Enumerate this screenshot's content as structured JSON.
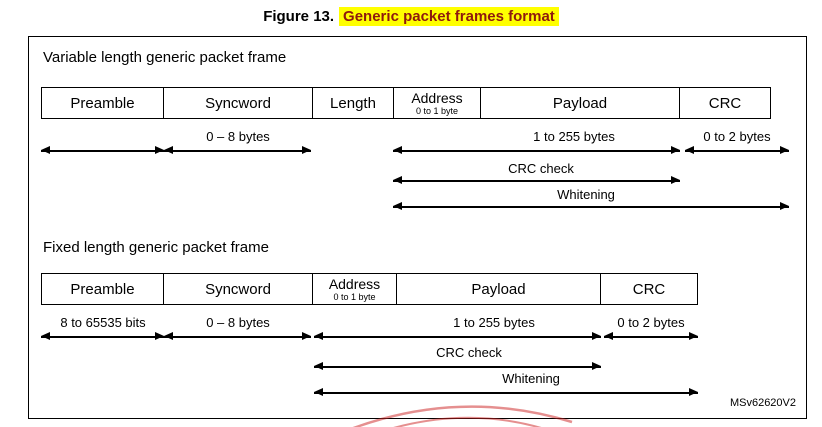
{
  "page": {
    "figure_label": "Figure 13.",
    "figure_title": "Generic packet frames format",
    "watermark_id": "MSv62620V2"
  },
  "colors": {
    "highlight": "#ffff00",
    "title_text": "#8e1a0e",
    "border": "#000000",
    "background": "#ffffff",
    "stamp_red": "#cc2222"
  },
  "variable_frame": {
    "heading": "Variable length generic packet frame",
    "fields": [
      {
        "label": "Preamble"
      },
      {
        "label": "Syncword"
      },
      {
        "label": "Length"
      },
      {
        "label": "Address",
        "sublabel": "0 to 1 byte"
      },
      {
        "label": "Payload"
      },
      {
        "label": "CRC"
      }
    ],
    "annotations": {
      "syncword_bytes": "0 – 8 bytes",
      "payload_bytes": "1 to 255 bytes",
      "crc_bytes": "0 to 2 bytes",
      "crc_check": "CRC check",
      "whitening": "Whitening"
    }
  },
  "fixed_frame": {
    "heading": "Fixed length generic packet frame",
    "fields": [
      {
        "label": "Preamble"
      },
      {
        "label": "Syncword"
      },
      {
        "label": "Address",
        "sublabel": "0 to 1 byte"
      },
      {
        "label": "Payload"
      },
      {
        "label": "CRC"
      }
    ],
    "annotations": {
      "preamble_bits": "8 to 65535 bits",
      "syncword_bytes": "0 – 8 bytes",
      "payload_bytes": "1 to 255 bytes",
      "crc_bytes": "0 to 2 bytes",
      "crc_check": "CRC check",
      "whitening": "Whitening"
    }
  }
}
